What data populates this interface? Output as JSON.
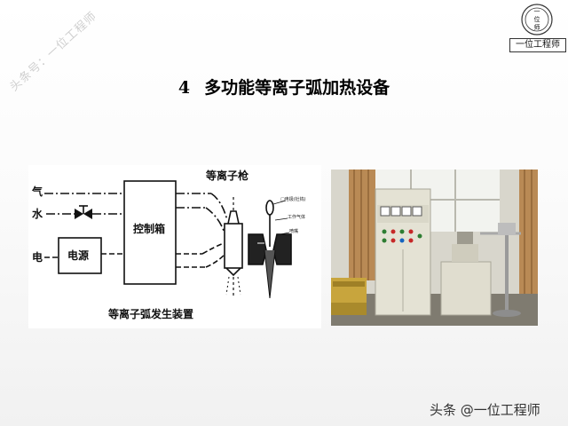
{
  "watermark": "头条号：一位工程师",
  "logo": {
    "caption": "一位工程师",
    "glyphs": [
      "一",
      "位",
      "师"
    ]
  },
  "title": {
    "number": "4",
    "text": "多功能等离子弧加热设备"
  },
  "diagram": {
    "labels": {
      "gas": "气",
      "water": "水",
      "electric": "电",
      "power_supply": "电源",
      "control_box": "控制箱",
      "plasma_torch": "等离子枪",
      "caption": "等离子弧发生装置",
      "electrode": "□电极(钍钨)",
      "working_gas": "工作气体",
      "nozzle": "喷嘴"
    }
  },
  "footer": {
    "text": "头条 @一位工程师"
  }
}
